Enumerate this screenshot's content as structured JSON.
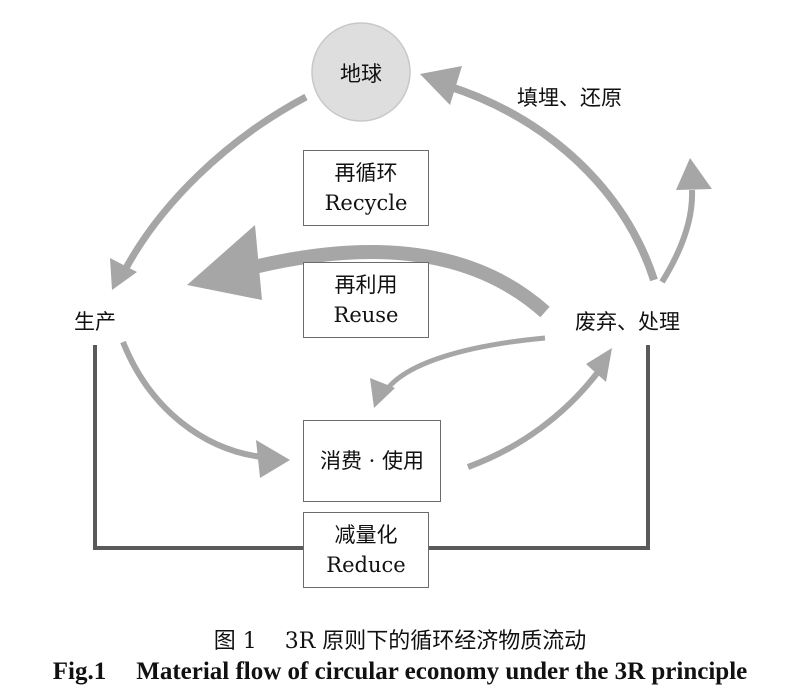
{
  "nodes": {
    "earth": "地球",
    "production": "生产",
    "disposal": "废弃、处理",
    "landfill": "填埋、还原"
  },
  "boxes": {
    "recycle_cn": "再循环",
    "recycle_en": "Recycle",
    "reuse_cn": "再利用",
    "reuse_en": "Reuse",
    "consume": "消费 · 使用",
    "reduce_cn": "减量化",
    "reduce_en": "Reduce"
  },
  "caption": {
    "cn_fig": "图 1",
    "cn_text": "3R 原则下的循环经济物质流动",
    "en_fig": "Fig.1",
    "en_text": "Material flow of circular economy under the 3R principle"
  },
  "colors": {
    "arrow": "#a6a6a6",
    "line": "#5a5a5a",
    "earth_fill": "#dedede"
  }
}
